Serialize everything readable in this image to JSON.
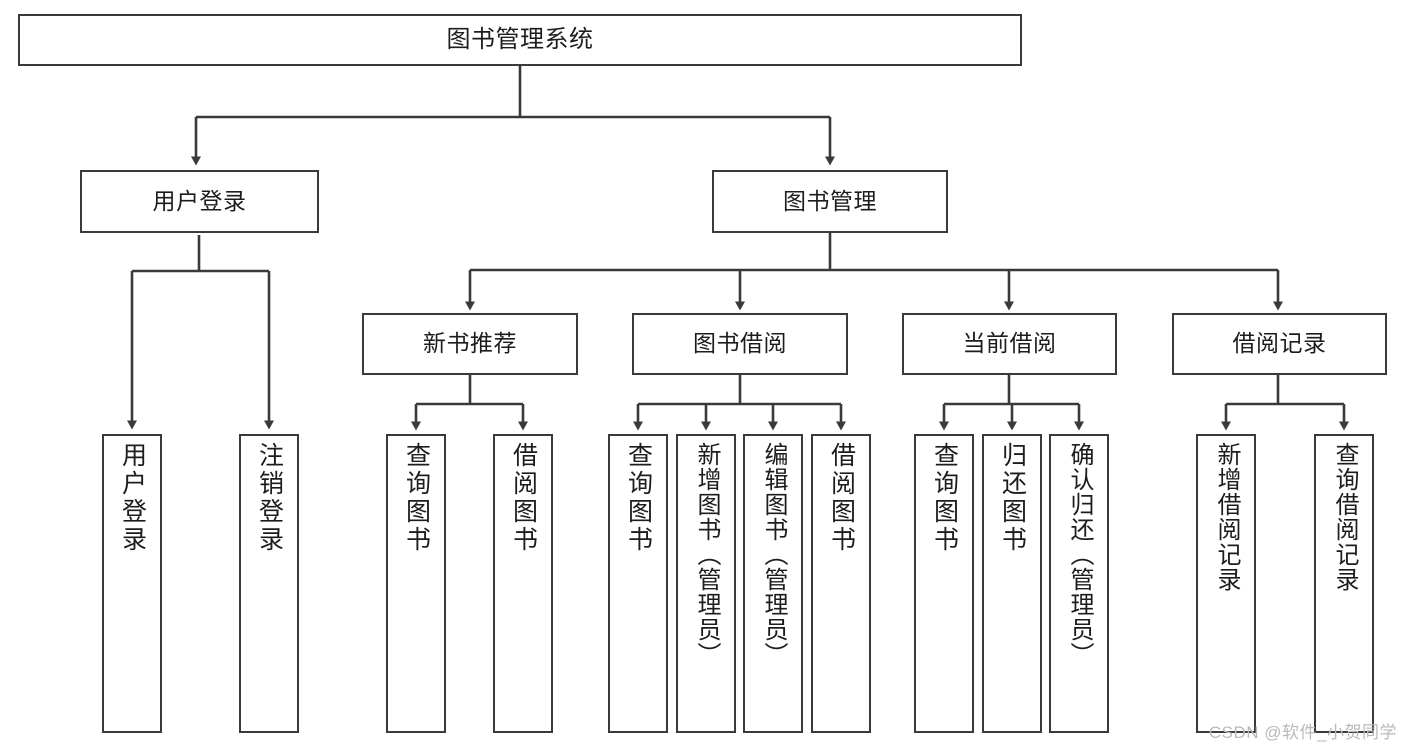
{
  "diagram": {
    "title": "图书管理系统",
    "watermark": "CSDN @软件_小贺同学",
    "stroke_color": "#3a3a3a",
    "text_color": "#1d1d1d",
    "background_color": "#ffffff",
    "type": "tree-hierarchy",
    "levels": 4
  },
  "root": {
    "label": "图书管理系统"
  },
  "level2": [
    {
      "label": "用户登录"
    },
    {
      "label": "图书管理"
    }
  ],
  "level3": [
    {
      "label": "新书推荐"
    },
    {
      "label": "图书借阅"
    },
    {
      "label": "当前借阅"
    },
    {
      "label": "借阅记录"
    }
  ],
  "leaves": {
    "user_login": [
      {
        "label": "用户登录"
      },
      {
        "label": "注销登录"
      }
    ],
    "new_book_recommend": [
      {
        "label": "查询图书"
      },
      {
        "label": "借阅图书"
      }
    ],
    "book_borrow": [
      {
        "label": "查询图书"
      },
      {
        "label": "新增图书（管理员）"
      },
      {
        "label": "编辑图书（管理员）"
      },
      {
        "label": "借阅图书"
      }
    ],
    "current_borrow": [
      {
        "label": "查询图书"
      },
      {
        "label": "归还图书"
      },
      {
        "label": "确认归还（管理员）"
      }
    ],
    "borrow_record": [
      {
        "label": "新增借阅记录"
      },
      {
        "label": "查询借阅记录"
      }
    ]
  }
}
